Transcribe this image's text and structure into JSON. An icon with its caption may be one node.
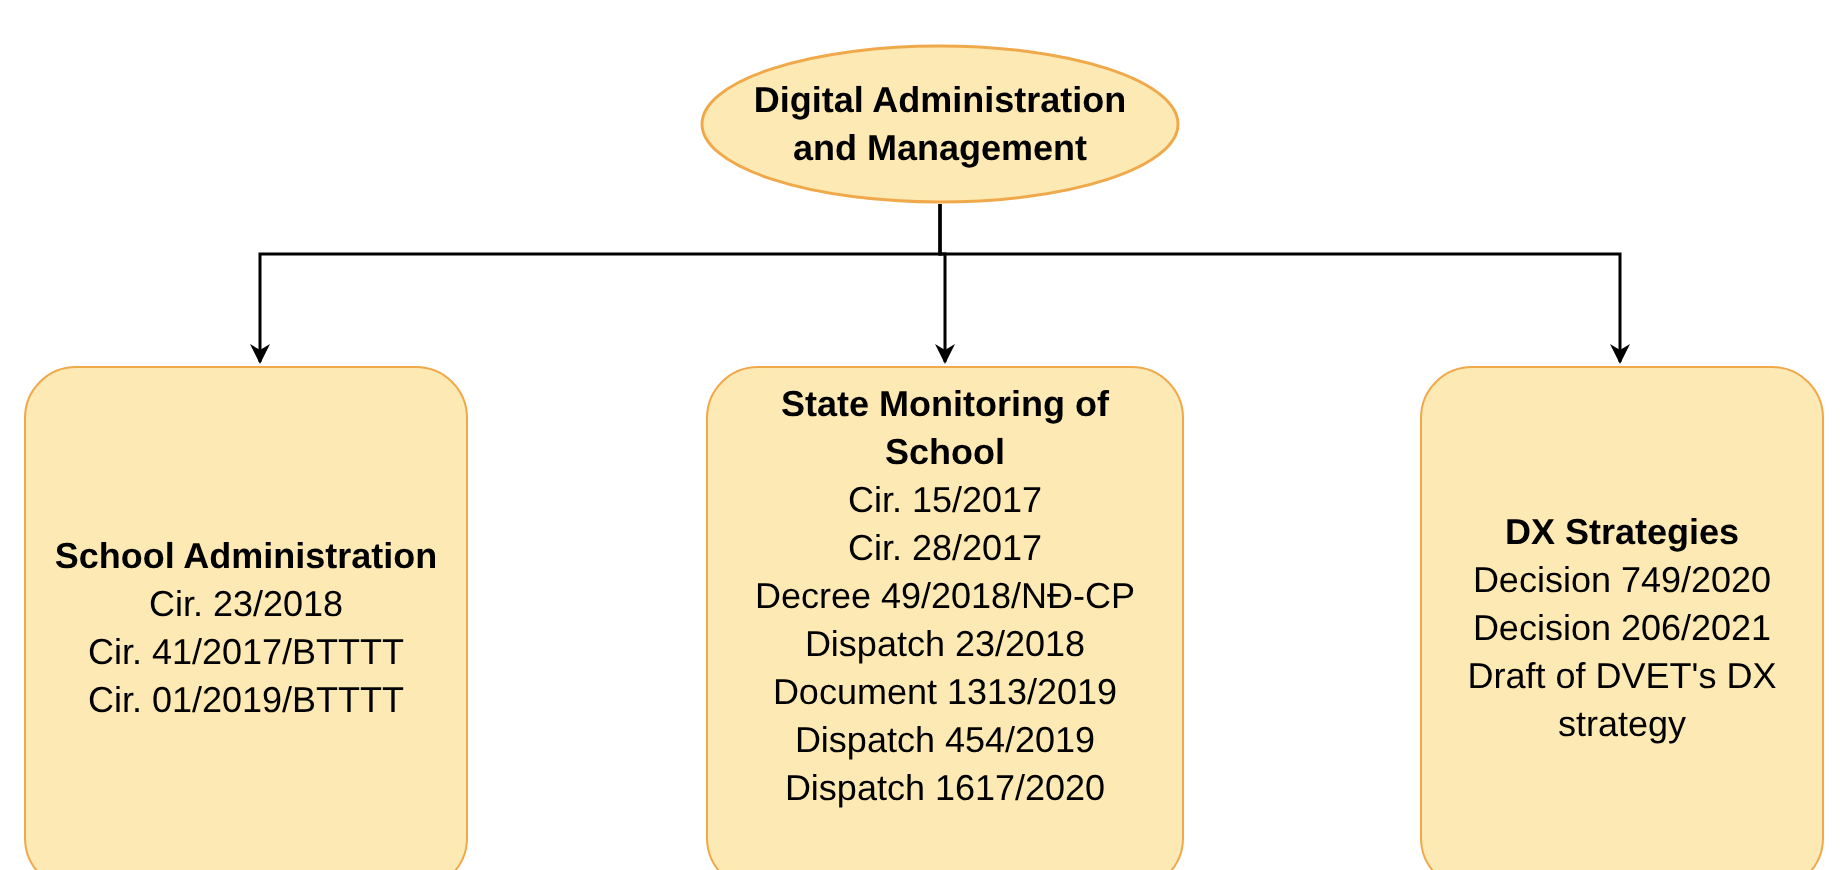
{
  "diagram": {
    "nodes": [
      {
        "text": [
          "Digital Administration and Management"
        ]
      },
      {
        "text": [
          "School Administration",
          "Cir. 23/2018",
          "Cir. 41/2017/BTTTT",
          "Cir. 01/2019/BTTTT"
        ]
      },
      {
        "text": [
          "State Monitoring of School",
          "Cir. 15/2017",
          "Cir. 28/2017",
          "Decree 49/2018/NĐ-CP",
          "Dispatch 23/2018",
          "Document 1313/2019",
          "Dispatch 454/2019",
          "Dispatch 1617/2020"
        ]
      },
      {
        "text": [
          "DX Strategies",
          "Decision 749/2020",
          "Decision 206/2021",
          "Draft of DVET's DX strategy"
        ]
      }
    ],
    "edges": [
      {
        "from": 0,
        "to": 1,
        "arrow": "to"
      },
      {
        "from": 0,
        "to": 2,
        "arrow": "to"
      },
      {
        "from": 0,
        "to": 3,
        "arrow": "to"
      }
    ]
  }
}
